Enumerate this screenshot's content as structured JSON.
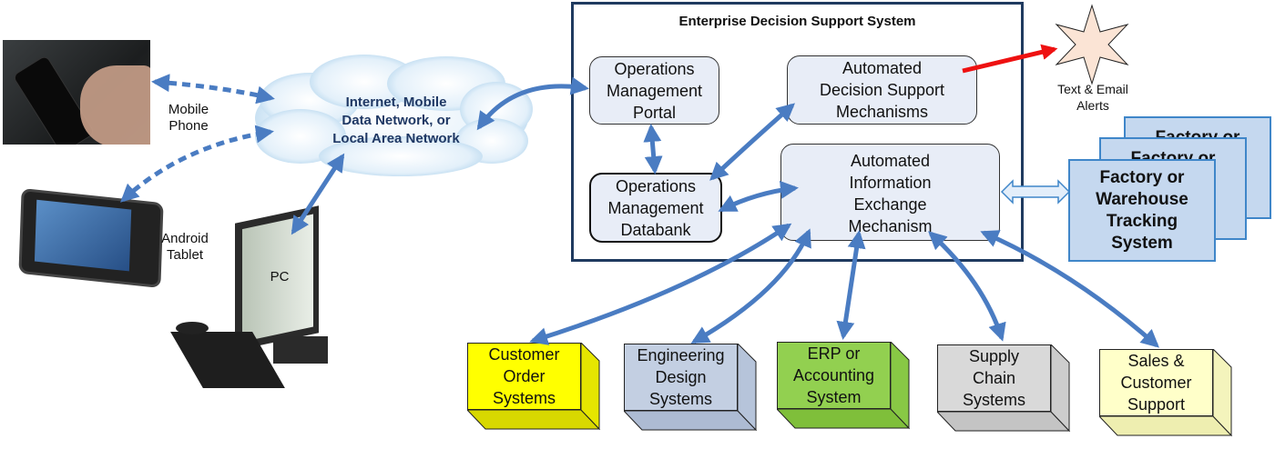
{
  "devices": {
    "mobile_phone": "Mobile\nPhone",
    "android_tablet": "Android\nTablet",
    "pc": "PC"
  },
  "network": {
    "label": "Internet, Mobile\nData Network, or\nLocal Area Network"
  },
  "edss": {
    "title": "Enterprise Decision Support System",
    "portal": "Operations\nManagement\nPortal",
    "databank": "Operations\nManagement\nDatabank",
    "decision_support": "Automated\nDecision Support\nMechanisms",
    "info_exchange": "Automated\nInformation\nExchange\nMechanism"
  },
  "alerts": {
    "label": "Text & Email\nAlerts"
  },
  "factory": {
    "back_label": "Factory or",
    "middle_label": "Factory or",
    "front_label": "Factory or\nWarehouse\nTracking\nSystem"
  },
  "systems": [
    {
      "label": "Customer\nOrder\nSystems",
      "color": "#ffff00"
    },
    {
      "label": "Engineering\nDesign\nSystems",
      "color": "#c3cfe2"
    },
    {
      "label": "ERP or\nAccounting\nSystem",
      "color": "#92d050"
    },
    {
      "label": "Supply\nChain\nSystems",
      "color": "#d9d9d9"
    },
    {
      "label": "Sales &\nCustomer\nSupport",
      "color": "#ffffc9"
    }
  ],
  "colors": {
    "arrow_blue": "#4a7cc2",
    "alert_red": "#ee1111",
    "frame_navy": "#1f3a5f",
    "star_fill": "#fbe4d5"
  }
}
